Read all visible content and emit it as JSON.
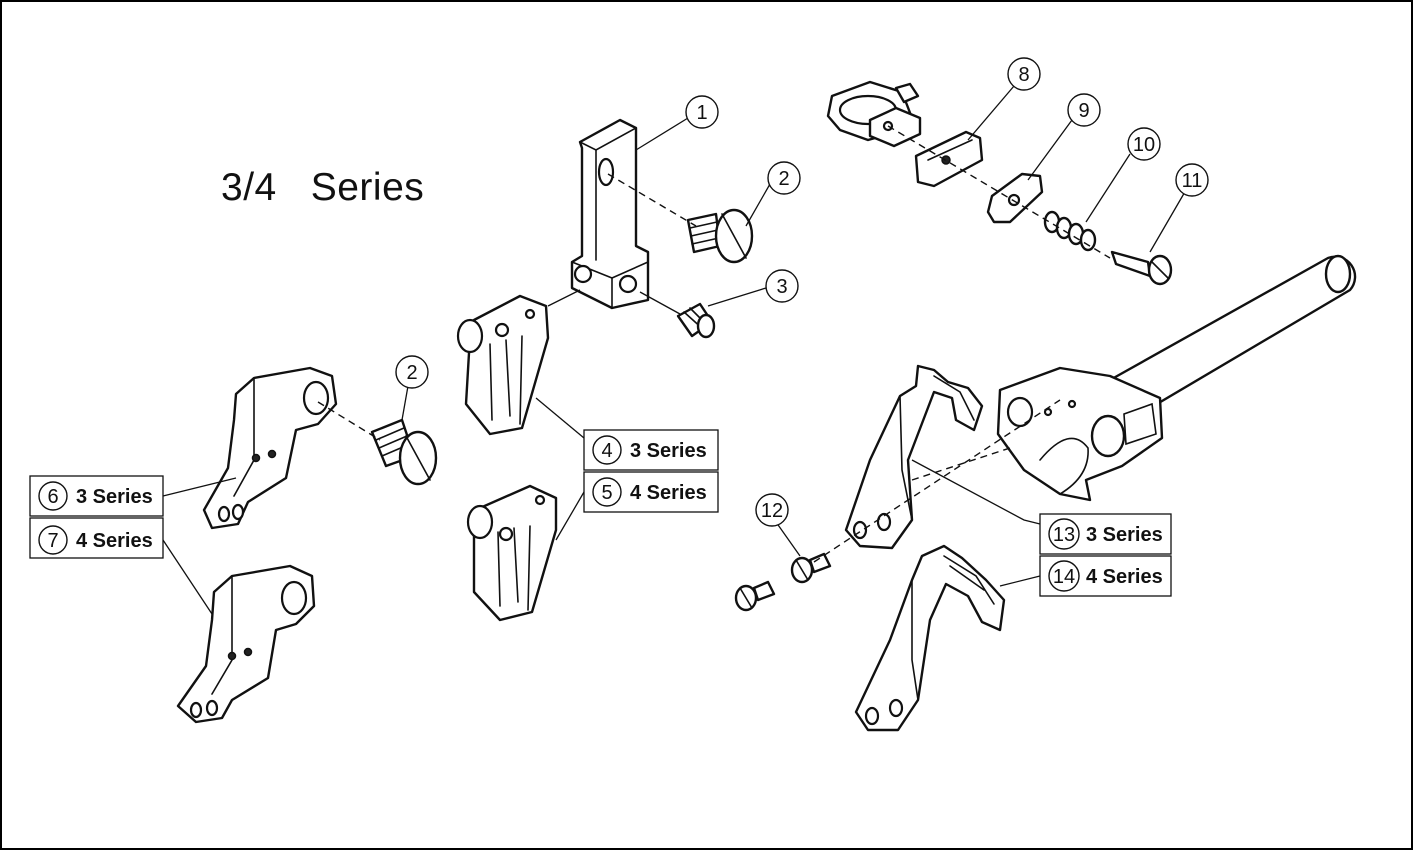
{
  "title": "3/4   Series",
  "callouts": {
    "c1": "1",
    "c2a": "2",
    "c2b": "2",
    "c3": "3",
    "c8": "8",
    "c9": "9",
    "c10": "10",
    "c11": "11",
    "c12": "12"
  },
  "labels": {
    "l4": {
      "num": "4",
      "text": "3 Series"
    },
    "l5": {
      "num": "5",
      "text": "4 Series"
    },
    "l6": {
      "num": "6",
      "text": "3 Series"
    },
    "l7": {
      "num": "7",
      "text": "4 Series"
    },
    "l13": {
      "num": "13",
      "text": "3 Series"
    },
    "l14": {
      "num": "14",
      "text": "4 Series"
    }
  }
}
